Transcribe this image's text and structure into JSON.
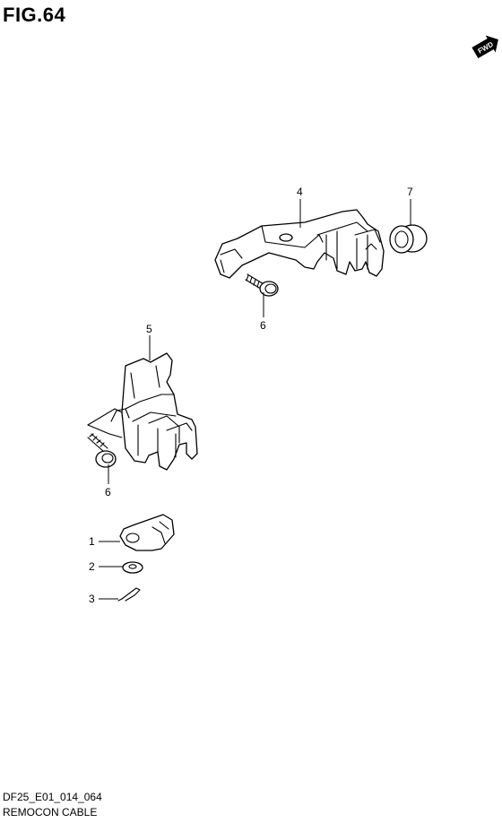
{
  "figure": {
    "title": "FIG.64"
  },
  "fwd_badge": "FWD",
  "callouts": {
    "bracket_upper": "4",
    "grommet": "7",
    "bolt_upper": "6",
    "bracket_lower": "5",
    "bolt_lower": "6",
    "cable_end": "1",
    "washer": "2",
    "cotter_pin": "3"
  },
  "footer": {
    "code": "DF25_E01_014_064",
    "title": "REMOCON CABLE"
  }
}
